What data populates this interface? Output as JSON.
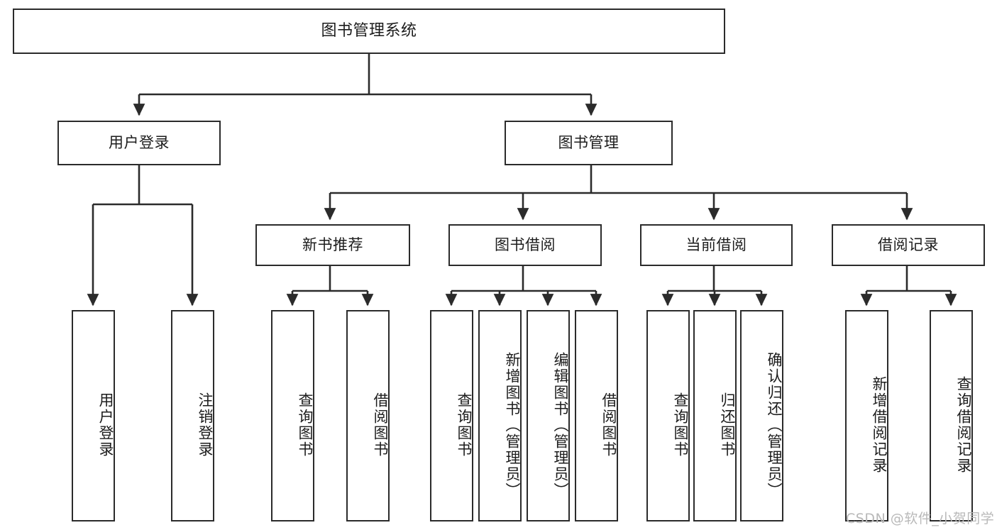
{
  "diagram": {
    "title": "图书管理系统",
    "type": "tree-hierarchy-diagram",
    "colors": {
      "box_border": "#2b2b2b",
      "box_fill": "#ffffff",
      "edge": "#2b2b2b",
      "text": "#1c1c1c",
      "watermark": "#b9b9b9",
      "background": "#ffffff"
    }
  },
  "nodes": {
    "root": {
      "label": "图书管理系统"
    },
    "level1": [
      {
        "label": "用户登录"
      },
      {
        "label": "图书管理"
      }
    ],
    "level2": [
      {
        "label": "新书推荐"
      },
      {
        "label": "图书借阅"
      },
      {
        "label": "当前借阅"
      },
      {
        "label": "借阅记录"
      }
    ],
    "leaves": {
      "user_login": [
        {
          "label": "用户登录"
        },
        {
          "label": "注销登录"
        }
      ],
      "new_book_recommend": [
        {
          "label": "查询图书"
        },
        {
          "label": "借阅图书"
        }
      ],
      "book_borrow": [
        {
          "label": "查询图书"
        },
        {
          "label": "新增图书（管理员）"
        },
        {
          "label": "编辑图书（管理员）"
        },
        {
          "label": "借阅图书"
        }
      ],
      "current_borrow": [
        {
          "label": "查询图书"
        },
        {
          "label": "归还图书"
        },
        {
          "label": "确认归还（管理员）"
        }
      ],
      "borrow_records": [
        {
          "label": "新增借阅记录"
        },
        {
          "label": "查询借阅记录"
        }
      ]
    }
  },
  "watermark": {
    "text": "CSDN @软件_小贺同学"
  }
}
